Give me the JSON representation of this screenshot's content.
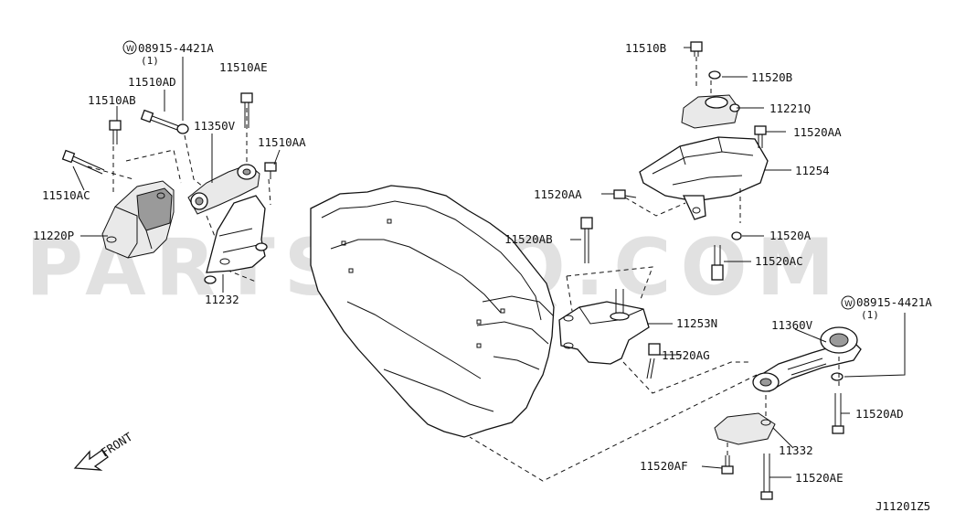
{
  "watermark": "PARTSOUQ.COM",
  "diagram_id": "J11201Z5",
  "front_label": "FRONT",
  "washer_symbol": "W",
  "labels": {
    "l08915_left": "08915-4421A",
    "l08915_left_qty": "(1)",
    "l11510AD": "11510AD",
    "l11510AE": "11510AE",
    "l11510AB": "11510AB",
    "l11350V": "11350V",
    "l11510AA": "11510AA",
    "l11510AC": "11510AC",
    "l11220P": "11220P",
    "l11232": "11232",
    "l11510B": "11510B",
    "l11520B": "11520B",
    "l11221Q": "11221Q",
    "l11520AA_top": "11520AA",
    "l11254": "11254",
    "l11520AA_mid": "11520AA",
    "l11520AB": "11520AB",
    "l11520A": "11520A",
    "l11520AC": "11520AC",
    "l08915_right": "08915-4421A",
    "l08915_right_qty": "(1)",
    "l11253N": "11253N",
    "l11360V": "11360V",
    "l11520AG": "11520AG",
    "l11520AD": "11520AD",
    "l11332": "11332",
    "l11520AF": "11520AF",
    "l11520AE": "11520AE"
  }
}
